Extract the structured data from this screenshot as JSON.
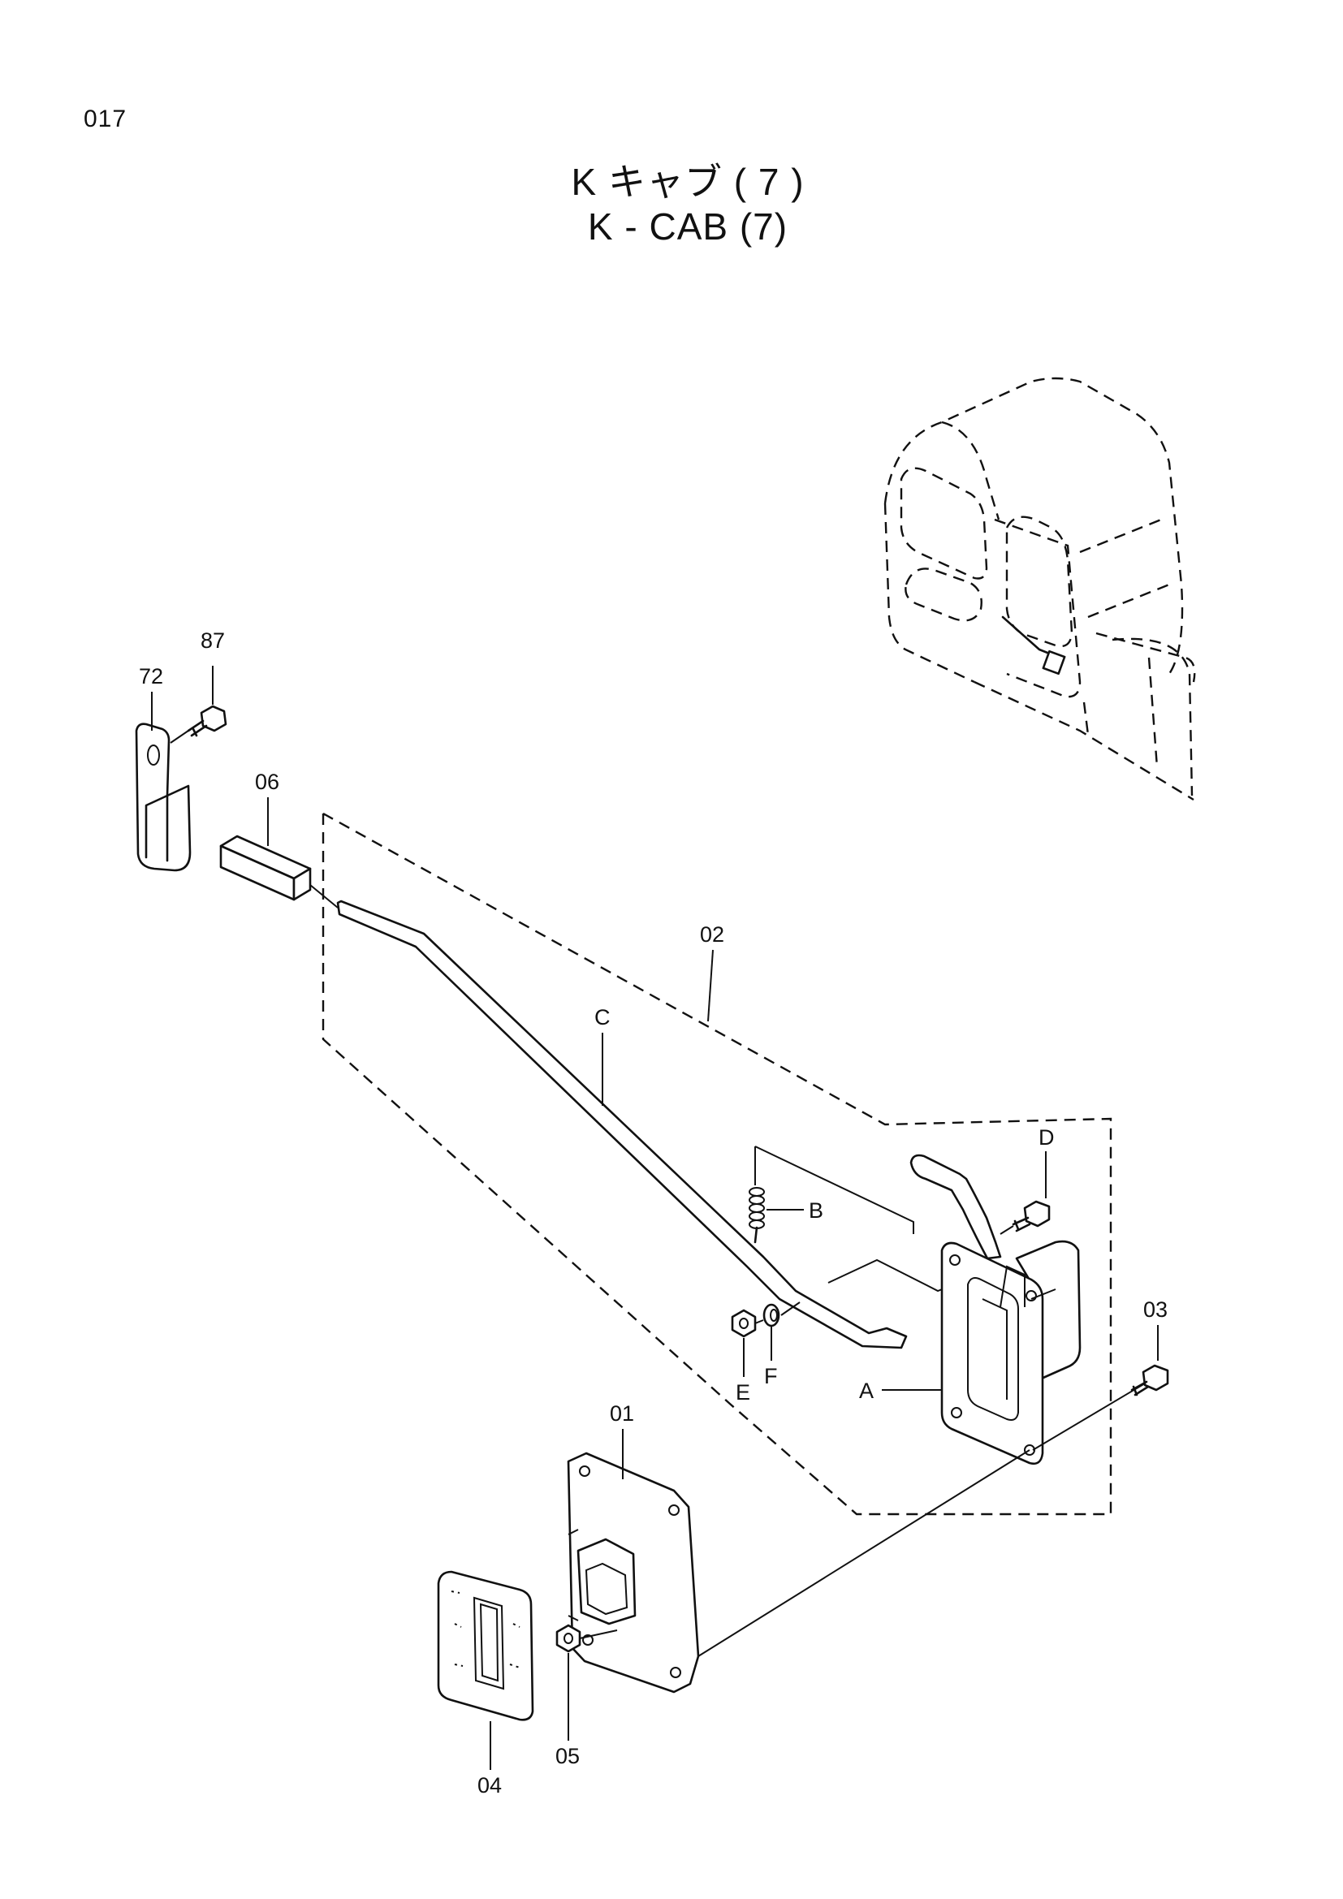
{
  "page_number": "017",
  "title_jp": "K キャブ ( 7 )",
  "title_en": "K - CAB (7)",
  "callouts": {
    "p87": "87",
    "p72": "72",
    "p06": "06",
    "p02": "02",
    "pC": "C",
    "pD": "D",
    "pB": "B",
    "p03": "03",
    "pE": "E",
    "pF": "F",
    "pA": "A",
    "p01": "01",
    "p05": "05",
    "p04": "04"
  }
}
